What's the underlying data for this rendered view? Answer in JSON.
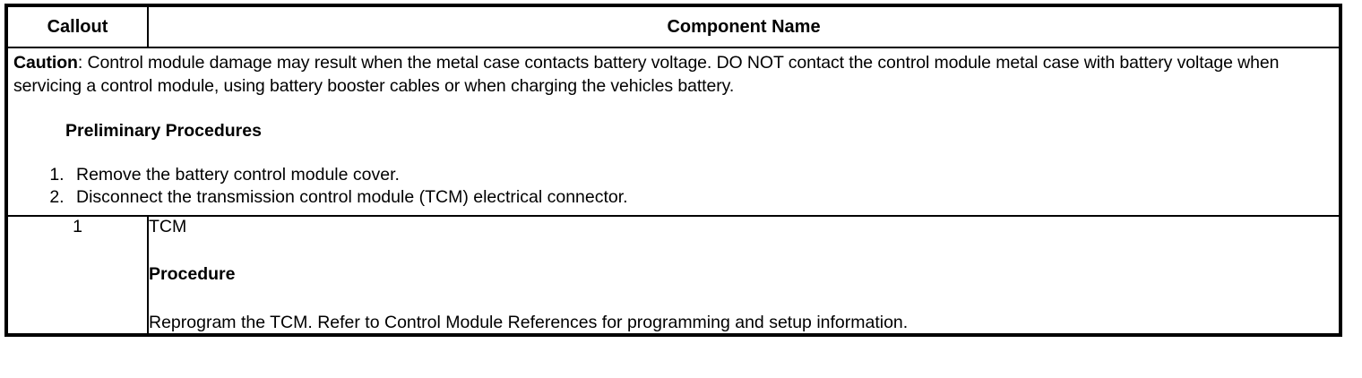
{
  "table": {
    "headers": {
      "callout": "Callout",
      "component_name": "Component Name"
    },
    "caution": {
      "label": "Caution",
      "separator": ": ",
      "body": "Control module damage may result when the metal case contacts battery voltage. DO NOT contact the control module metal case with battery voltage when servicing a control module, using battery booster cables or when charging the vehicles battery."
    },
    "preliminary": {
      "heading": "Preliminary Procedures",
      "steps": [
        "Remove the battery control module cover.",
        "Disconnect the transmission control module (TCM) electrical connector."
      ]
    },
    "rows": [
      {
        "callout": "1",
        "component": "TCM",
        "procedure_heading": "Procedure",
        "procedure_text": "Reprogram the TCM. Refer to Control Module References for programming and setup information."
      }
    ]
  },
  "colors": {
    "border": "#000000",
    "text": "#000000",
    "background": "#ffffff"
  }
}
